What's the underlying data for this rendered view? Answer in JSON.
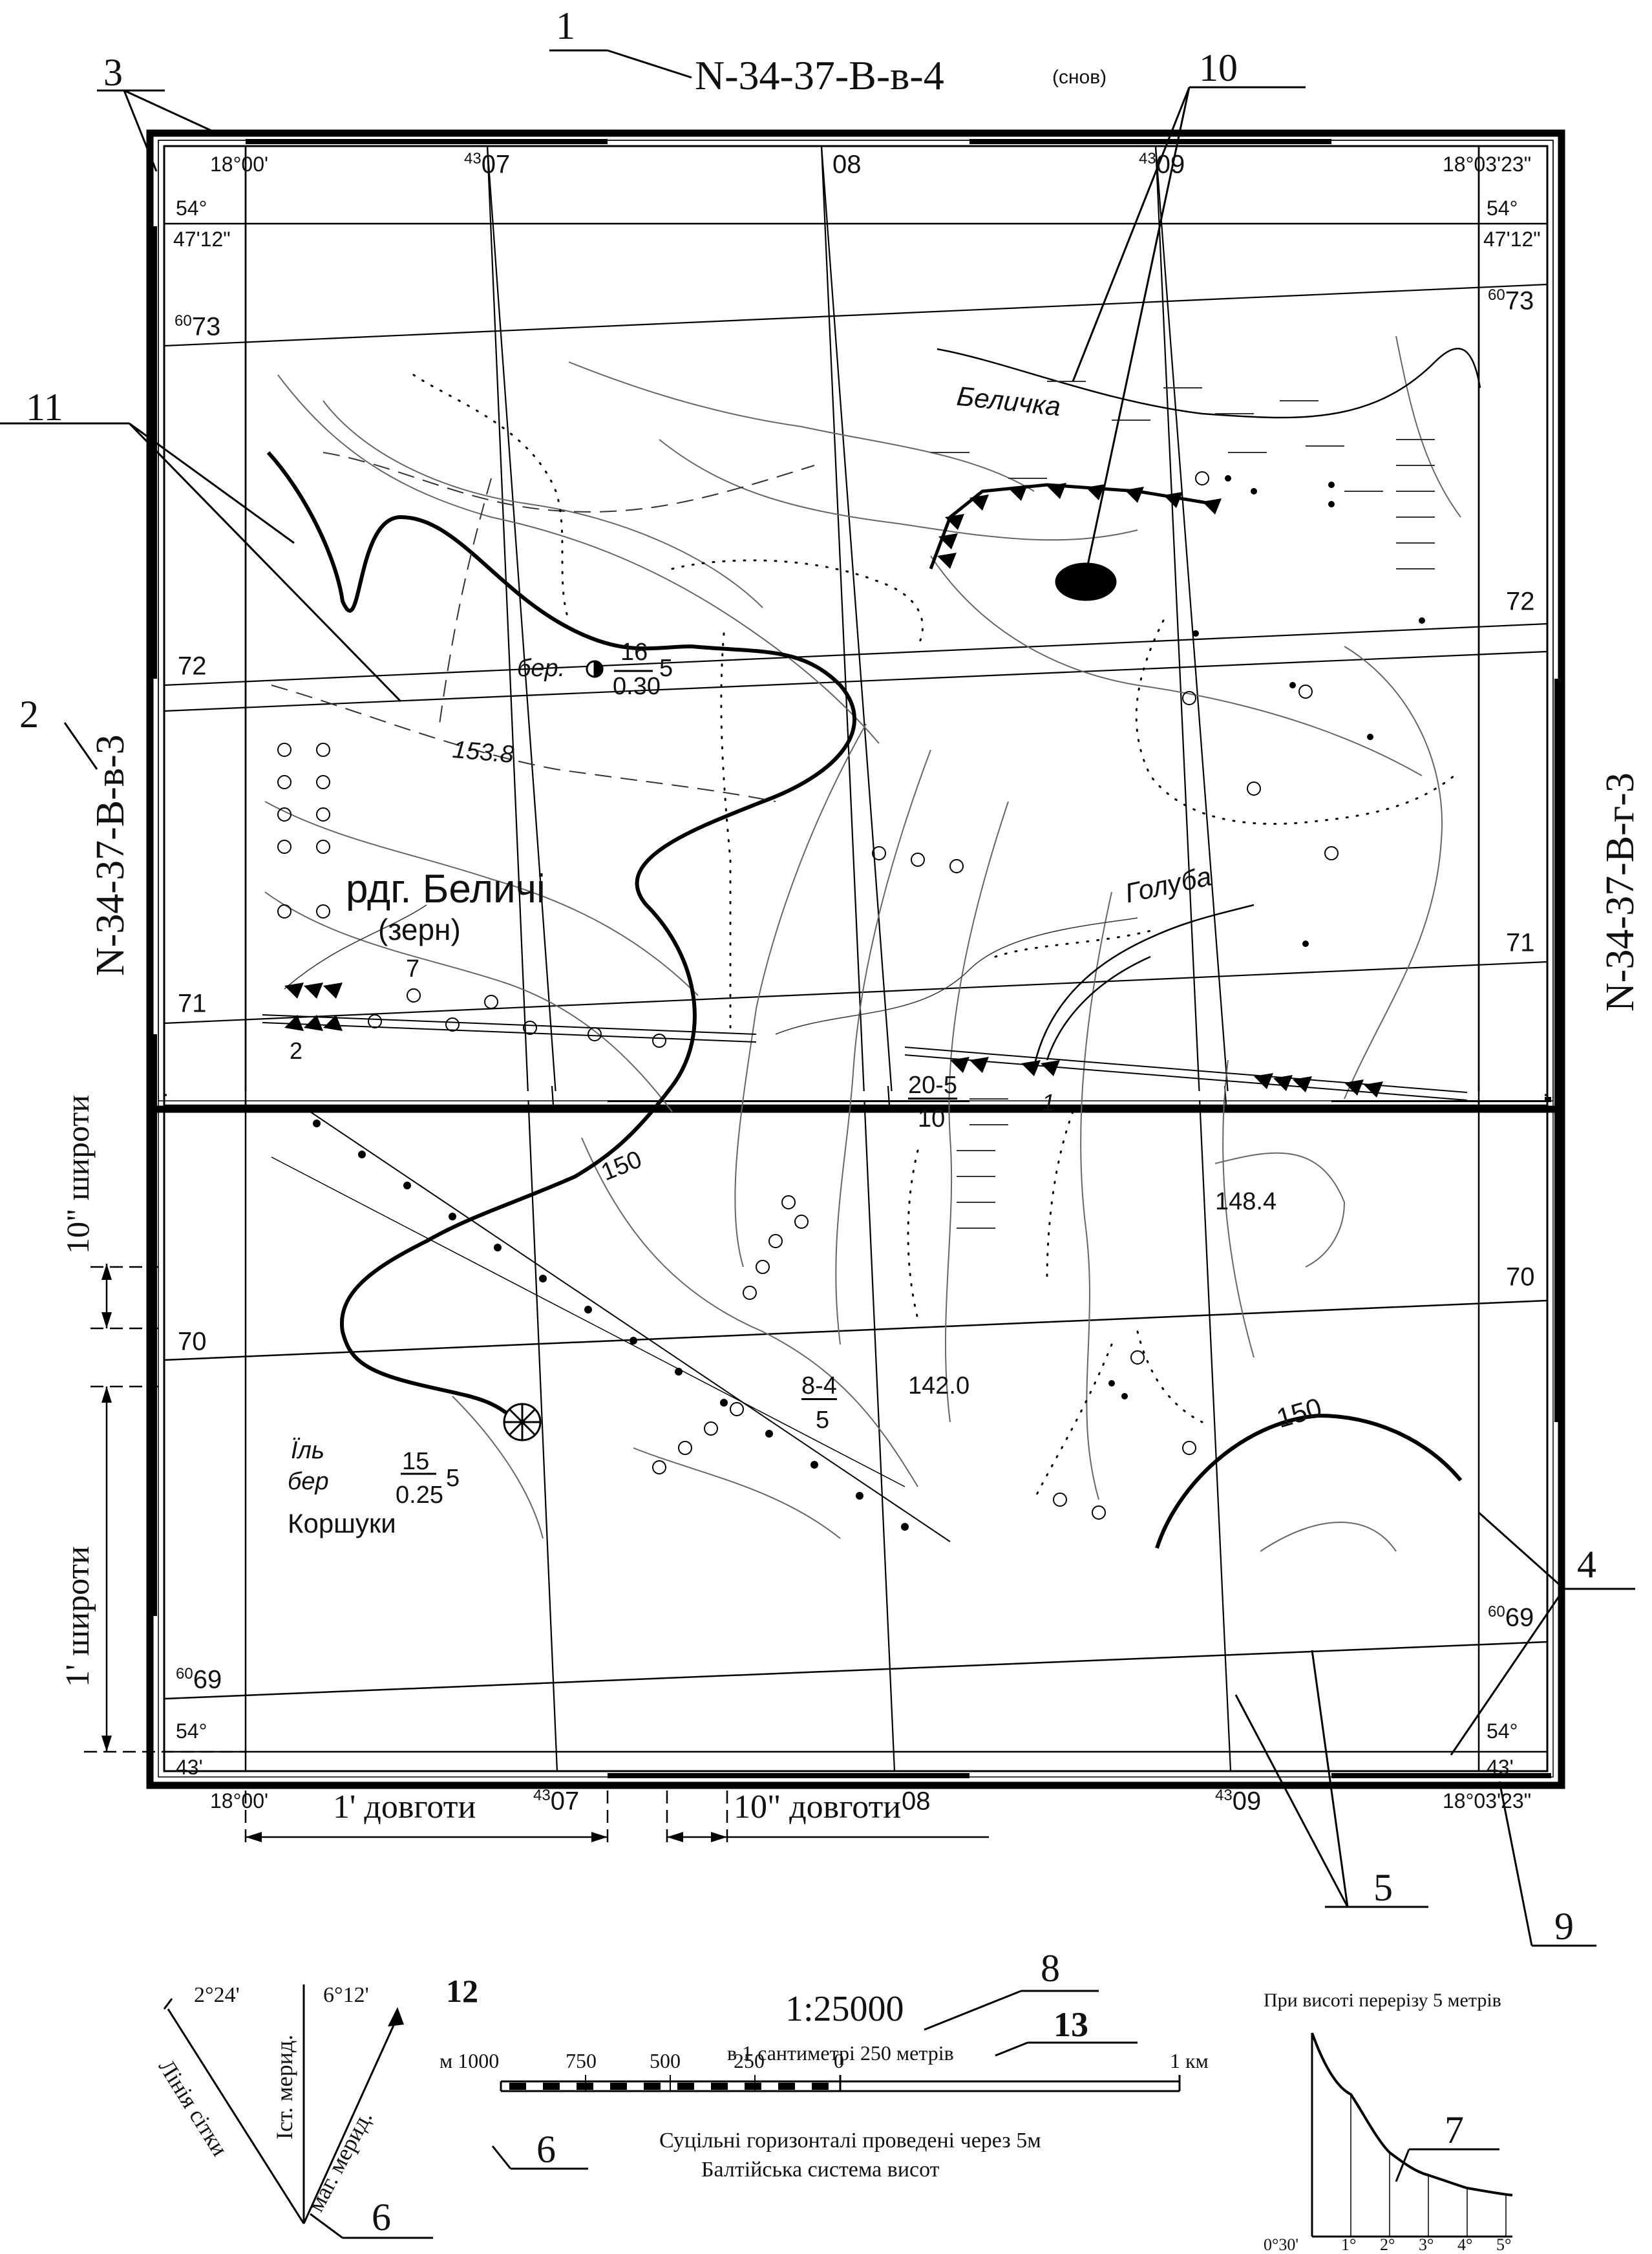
{
  "sheet": {
    "nomenclature": "N-34-37-В-в-4",
    "secret_label": "(снов)",
    "adjacent_west": "N-34-37-В-в-3",
    "adjacent_east": "N-34-37-В-г-3"
  },
  "frame": {
    "corner_tl_lon": "18°00'",
    "corner_tl_lat1": "54°",
    "corner_tl_lat2": "47'12\"",
    "corner_tr_lon": "18°03'23\"",
    "corner_tr_lat1": "54°",
    "corner_tr_lat2": "47'12\"",
    "corner_bl_lon": "18°00'",
    "corner_bl_lat1": "54°",
    "corner_bl_lat2": "43'",
    "corner_br_lon": "18°03'23\"",
    "corner_br_lat1": "54°",
    "corner_br_lat2": "43'"
  },
  "grid": {
    "x_top": [
      {
        "prefix": "43",
        "value": "07"
      },
      {
        "prefix": "",
        "value": "08"
      },
      {
        "prefix": "43",
        "value": "09"
      }
    ],
    "x_bottom": [
      {
        "prefix": "43",
        "value": "07"
      },
      {
        "prefix": "",
        "value": "08"
      },
      {
        "prefix": "43",
        "value": "09"
      }
    ],
    "y_left": [
      {
        "prefix": "60",
        "value": "73"
      },
      {
        "prefix": "",
        "value": "72"
      },
      {
        "prefix": "",
        "value": "71"
      },
      {
        "prefix": "",
        "value": "70"
      },
      {
        "prefix": "60",
        "value": "69"
      }
    ],
    "y_right": [
      {
        "prefix": "60",
        "value": "73"
      },
      {
        "prefix": "",
        "value": "72"
      },
      {
        "prefix": "",
        "value": "71"
      },
      {
        "prefix": "",
        "value": "70"
      },
      {
        "prefix": "60",
        "value": "69"
      }
    ]
  },
  "map_labels": {
    "river1": "Беличка",
    "river2": "Голуба",
    "settlement": "рдг. Беличі",
    "settlement_note": "(зерн)",
    "settlement_count": "7",
    "forest_top_species": "бер.",
    "forest_top_num": "16",
    "forest_top_den": "0.30",
    "forest_top_spacing": "5",
    "elev_1538": "153.8",
    "contour_150_a": "150",
    "contour_150_b": "150",
    "elev_1484": "148.4",
    "elev_1420": "142.0",
    "bridge_1_top": "20-5",
    "bridge_1_bottom": "10",
    "embankment_1": "1",
    "embankment_2": "2",
    "road_2_top": "8-4",
    "road_2_bottom": "5",
    "forest_bottom_species1": "Їль",
    "forest_bottom_species2": "бер",
    "forest_bottom_num": "15",
    "forest_bottom_den": "0.25",
    "forest_bottom_spacing": "5",
    "village": "Коршуки"
  },
  "callouts": [
    "1",
    "2",
    "3",
    "4",
    "5",
    "6",
    "7",
    "8",
    "9",
    "10",
    "11",
    "12",
    "13"
  ],
  "outside": {
    "lat_10sec": "10\" широти",
    "lat_1min": "1' широти",
    "lon_1min": "1' довготи",
    "lon_10sec": "10\" довготи"
  },
  "declination": {
    "angle_left": "2°24'",
    "angle_right": "6°12'",
    "true_meridian": "Іст. мерид.",
    "grid_line": "Лінія сітки",
    "mag_meridian": "маг. мерид."
  },
  "scale": {
    "ratio": "1:25000",
    "verbal": "в 1 сантиметрі 250 метрів",
    "ticks": [
      "м 1000",
      "750",
      "500",
      "250",
      "0",
      "1 км"
    ],
    "contour_note": "Суцільні горизонталі проведені через 5м",
    "height_system": "Балтійська система висот"
  },
  "slope_scale": {
    "title": "При висоті перерізу 5 метрів",
    "ticks": [
      "0°30'",
      "1°",
      "2°",
      "3°",
      "4°",
      "5°"
    ]
  }
}
